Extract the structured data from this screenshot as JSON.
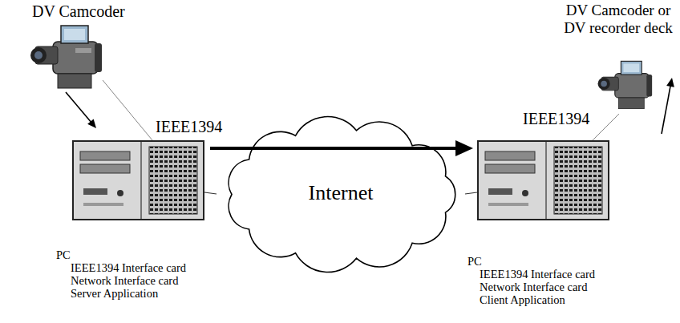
{
  "diagram": {
    "nodes": [
      {
        "text": [
          "DV Camcoder"
        ]
      },
      {
        "text": [
          "PC",
          "IEEE1394 Interface card",
          "Network Interface card",
          "Server Application"
        ]
      },
      {
        "text": [
          "Internet"
        ]
      },
      {
        "text": [
          "PC",
          "IEEE1394 Interface card",
          "Network Interface card",
          "Client Application"
        ]
      },
      {
        "text": [
          "DV Camcoder or DV recorder deck"
        ]
      }
    ],
    "edges": [
      {
        "from": 0,
        "to": 1,
        "arrow": "to"
      },
      {
        "from": 0,
        "to": 1,
        "arrow": "none",
        "label": "IEEE1394"
      },
      {
        "from": 1,
        "to": 2,
        "arrow": "none"
      },
      {
        "from": 2,
        "to": 3,
        "arrow": "none"
      },
      {
        "from": 1,
        "to": 3,
        "arrow": "to"
      },
      {
        "from": 3,
        "to": 4,
        "arrow": "none",
        "label": "IEEE1394"
      },
      {
        "from": 3,
        "to": 4,
        "arrow": "to"
      }
    ]
  }
}
